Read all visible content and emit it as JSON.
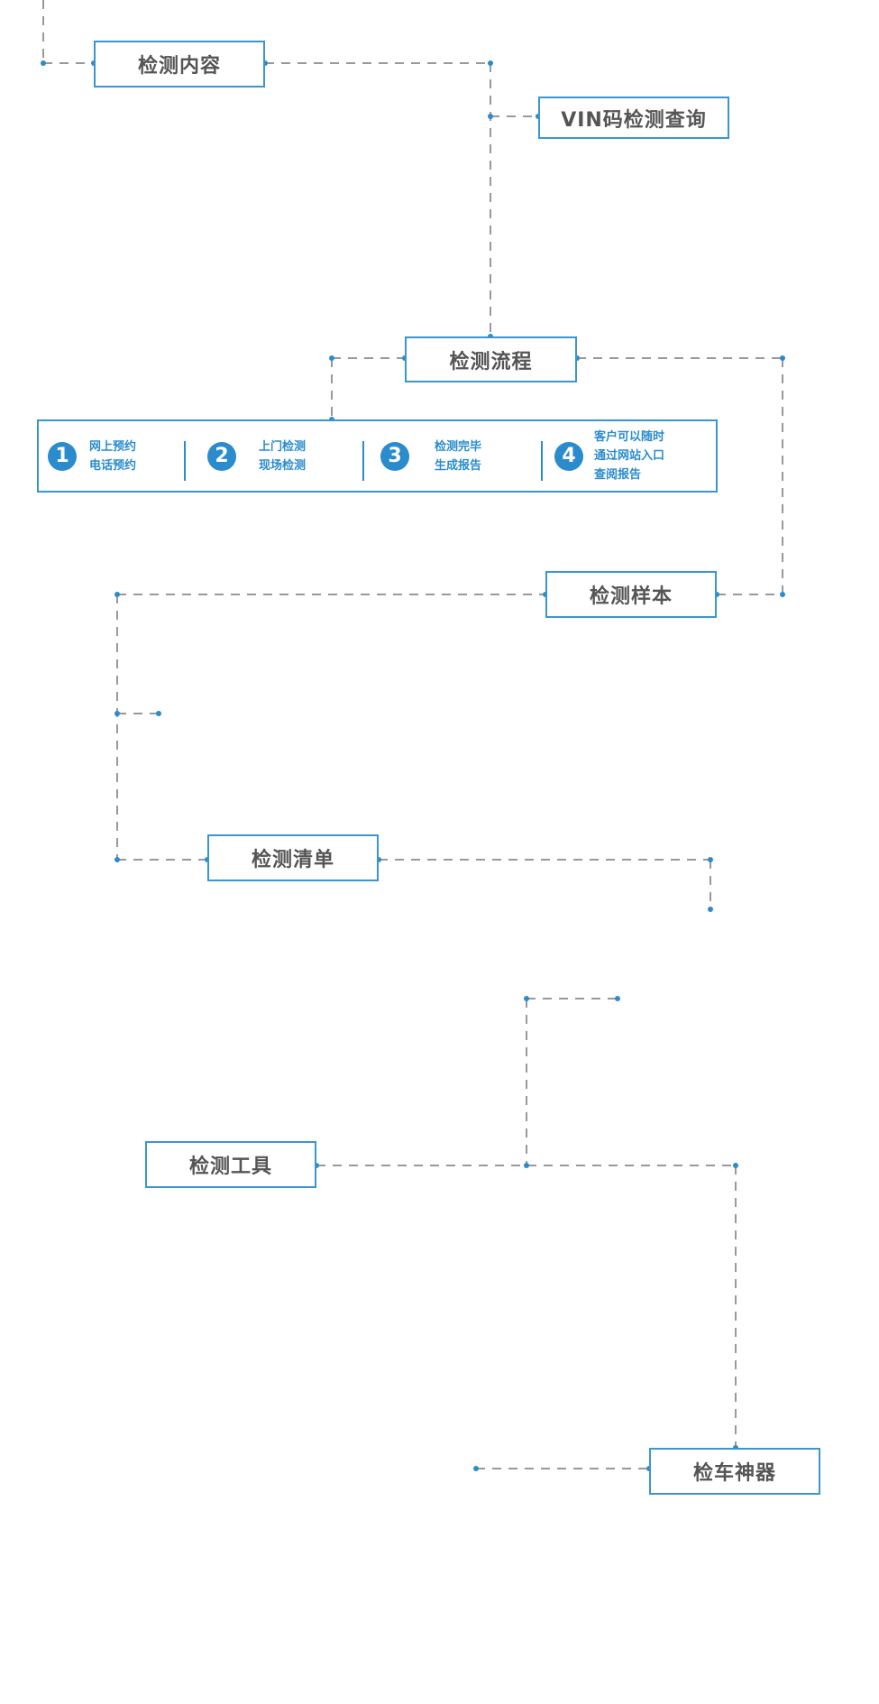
{
  "colors": {
    "accent": "#3b96d0",
    "line": "#999999",
    "dot": "#2a8ccd",
    "label": "#555555"
  },
  "nodes": {
    "content": "检测内容",
    "vin_query": "VIN码检测查询",
    "process": "检测流程",
    "sample": "检测样本",
    "checklist": "检测清单",
    "tools": "检测工具",
    "car_device": "检车神器"
  },
  "process_steps": [
    {
      "number": "1",
      "lines": [
        "网上预约",
        "电话预约"
      ]
    },
    {
      "number": "2",
      "lines": [
        "上门检测",
        "现场检测"
      ]
    },
    {
      "number": "3",
      "lines": [
        "检测完毕",
        "生成报告"
      ]
    },
    {
      "number": "4",
      "lines": [
        "客户可以随时",
        "通过网站入口",
        "查阅报告"
      ]
    }
  ]
}
